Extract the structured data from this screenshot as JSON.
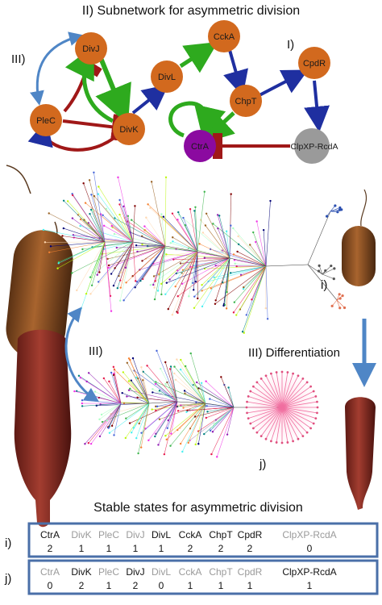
{
  "header": {
    "subnetwork_title": "II) Subnetwork for asymmetric division",
    "label_I": "I)",
    "label_III_top": "III)"
  },
  "network": {
    "nodes": {
      "divj": "DivJ",
      "plec": "PleC",
      "divk": "DivK",
      "divl": "DivL",
      "ccka": "CckA",
      "chpt": "ChpT",
      "cpdr": "CpdR",
      "ctra": "CtrA",
      "clpxp": "ClpXP-RcdA"
    },
    "colors": {
      "node_orange": "#d2691e",
      "node_purple": "#8b0aa0",
      "node_grey": "#9a9a9a",
      "activation_green": "#2eaa1e",
      "inhibition_red": "#a01818",
      "edge_blue": "#1f2fa0",
      "feedback_blue": "#4f86c6"
    }
  },
  "middle": {
    "label_i": "i)",
    "label_j": "j)",
    "label_III_mid": "III)",
    "differentiation": "III)  Differentiation"
  },
  "states": {
    "title": "Stable states for asymmetric division",
    "row_i_label": "i)",
    "row_j_label": "j)",
    "row_i": [
      {
        "name": "CtrA",
        "value": "2",
        "active": true
      },
      {
        "name": "DivK",
        "value": "1",
        "active": false
      },
      {
        "name": "PleC",
        "value": "1",
        "active": false
      },
      {
        "name": "DivJ",
        "value": "1",
        "active": false
      },
      {
        "name": "DivL",
        "value": "1",
        "active": true
      },
      {
        "name": "CckA",
        "value": "2",
        "active": true
      },
      {
        "name": "ChpT",
        "value": "2",
        "active": true
      },
      {
        "name": "CpdR",
        "value": "2",
        "active": true
      },
      {
        "name": "ClpXP-RcdA",
        "value": "0",
        "active": false
      }
    ],
    "row_j": [
      {
        "name": "CtrA",
        "value": "0",
        "active": false
      },
      {
        "name": "DivK",
        "value": "2",
        "active": true
      },
      {
        "name": "PleC",
        "value": "1",
        "active": false
      },
      {
        "name": "DivJ",
        "value": "2",
        "active": true
      },
      {
        "name": "DivL",
        "value": "0",
        "active": false
      },
      {
        "name": "CckA",
        "value": "1",
        "active": false
      },
      {
        "name": "ChpT",
        "value": "1",
        "active": false
      },
      {
        "name": "CpdR",
        "value": "1",
        "active": false
      },
      {
        "name": "ClpXP-RcdA",
        "value": "1",
        "active": true
      }
    ]
  }
}
